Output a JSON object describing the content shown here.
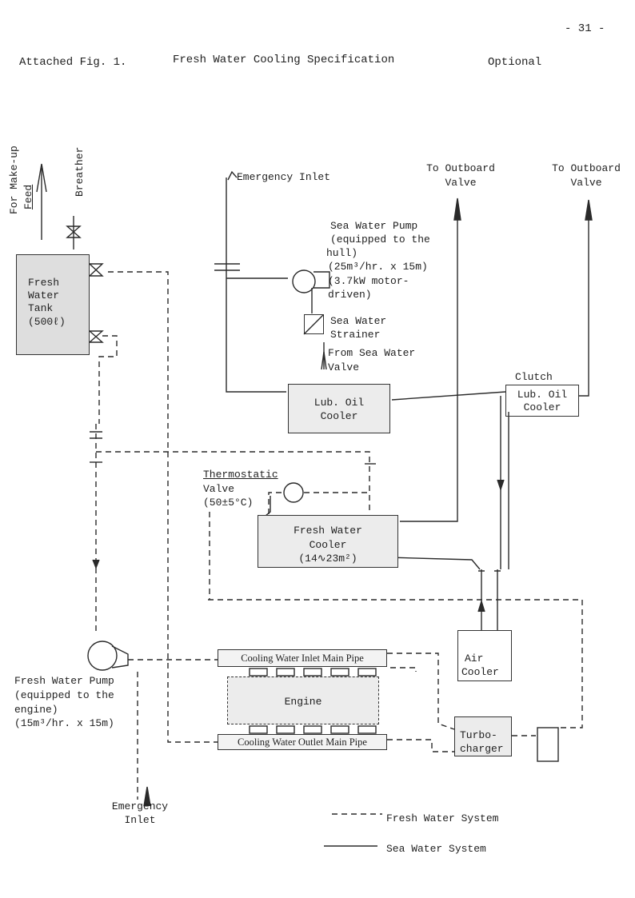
{
  "page_number": "- 31 -",
  "caption": {
    "prefix": "Attached Fig. 1.",
    "title": "Fresh Water Cooling Specification",
    "tag": "Optional"
  },
  "labels": {
    "make_up": "For Make-up",
    "feed": "Feed",
    "breather": "Breather",
    "fw_tank": [
      "Fresh",
      "Water",
      "Tank",
      "(500ℓ)"
    ],
    "emergency_inlet_top": "Emergency Inlet",
    "to_outboard_1": [
      "To Outboard",
      "Valve"
    ],
    "to_outboard_2": [
      "To Outboard",
      "Valve"
    ],
    "sw_pump": [
      "Sea Water Pump",
      "(equipped to the",
      "hull)",
      "(25m³/hr. x 15m)",
      "(3.7kW motor-",
      "driven)"
    ],
    "sw_strainer": [
      "Sea Water",
      "Strainer"
    ],
    "from_sw_valve": [
      "From Sea Water",
      "Valve"
    ],
    "lub_oil_cooler_1": [
      "Lub. Oil",
      "Cooler"
    ],
    "clutch": "Clutch",
    "lub_oil_cooler_2": [
      "Lub. Oil",
      "Cooler"
    ],
    "thermostatic": [
      "Thermostatic",
      "Valve",
      "(50±5°C)"
    ],
    "fw_cooler": [
      "Fresh Water",
      "Cooler",
      "(14∿23m²)"
    ],
    "air_cooler": [
      "Air",
      "Cooler"
    ],
    "inlet_main_pipe": "Cooling Water Inlet Main Pipe",
    "engine": "Engine",
    "outlet_main_pipe": "Cooling Water Outlet Main Pipe",
    "turbocharger": [
      "Turbo-",
      "charger"
    ],
    "fw_pump": [
      "Fresh Water Pump",
      "(equipped to the",
      "engine)",
      "(15m³/hr. x 15m)"
    ],
    "emergency_inlet_bottom": [
      "Emergency",
      "Inlet"
    ]
  },
  "legend": {
    "fresh_water": "Fresh Water System",
    "sea_water": "Sea Water System"
  },
  "colors": {
    "line": "#2a2a2a",
    "tank_fill": "#dcdcdc",
    "paper": "#ffffff"
  }
}
